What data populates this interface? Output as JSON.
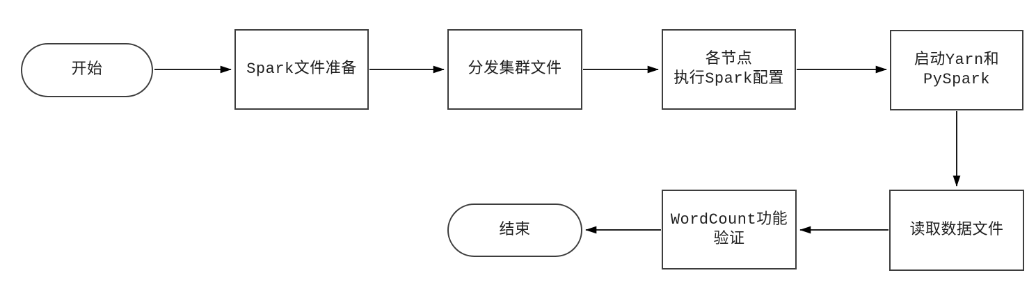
{
  "flowchart": {
    "description": "Spark cluster deployment and WordCount verification flowchart",
    "colors": {
      "background": "#ffffff",
      "node_fill": "#ffffff",
      "node_stroke": "#3d3d3d",
      "arrow": "#000000",
      "text": "#1f1f1f"
    },
    "nodes": [
      {
        "id": "start",
        "type": "terminator",
        "label": "开始"
      },
      {
        "id": "spark-files",
        "type": "process",
        "label": "Spark文件准备"
      },
      {
        "id": "distribute",
        "type": "process",
        "label": "分发集群文件"
      },
      {
        "id": "node-config",
        "type": "process",
        "label": "各节点\n执行Spark配置"
      },
      {
        "id": "start-yarn",
        "type": "process",
        "label": "启动Yarn和\nPySpark"
      },
      {
        "id": "read-data",
        "type": "process",
        "label": "读取数据文件"
      },
      {
        "id": "wordcount",
        "type": "process",
        "label": "WordCount功能\n验证"
      },
      {
        "id": "end",
        "type": "terminator",
        "label": "结束"
      }
    ],
    "edges": [
      {
        "from": "start",
        "to": "spark-files",
        "direction": "right"
      },
      {
        "from": "spark-files",
        "to": "distribute",
        "direction": "right"
      },
      {
        "from": "distribute",
        "to": "node-config",
        "direction": "right"
      },
      {
        "from": "node-config",
        "to": "start-yarn",
        "direction": "right"
      },
      {
        "from": "start-yarn",
        "to": "read-data",
        "direction": "down"
      },
      {
        "from": "read-data",
        "to": "wordcount",
        "direction": "left"
      },
      {
        "from": "wordcount",
        "to": "end",
        "direction": "left"
      }
    ]
  }
}
